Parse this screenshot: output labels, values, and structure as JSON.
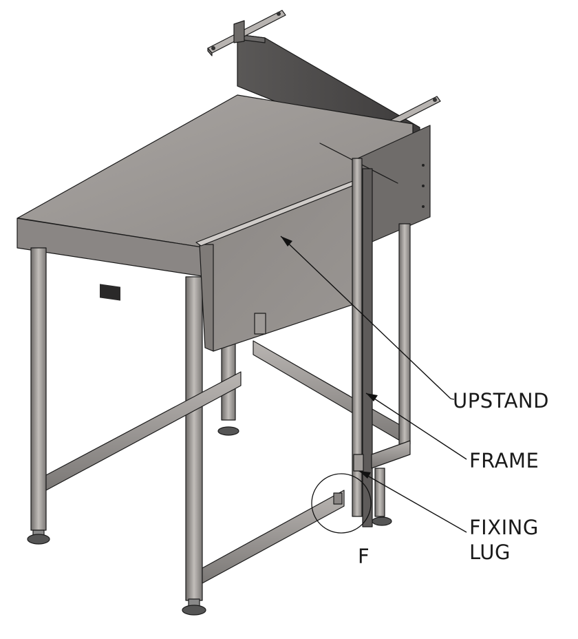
{
  "callouts": {
    "upstand": "UPSTAND",
    "frame": "FRAME",
    "fixing_lug_line1": "FIXING",
    "fixing_lug_line2": "LUG"
  },
  "detail_marker": "F",
  "colors": {
    "background": "#ffffff",
    "worktop": "#a8a39f",
    "worktop_edge": "#6e6a67",
    "upstand": "#8f8b88",
    "upstand_back": "#4a4848",
    "leg_light": "#b7b3b0",
    "leg_dark": "#6a6766",
    "line": "#1a1a1a"
  }
}
